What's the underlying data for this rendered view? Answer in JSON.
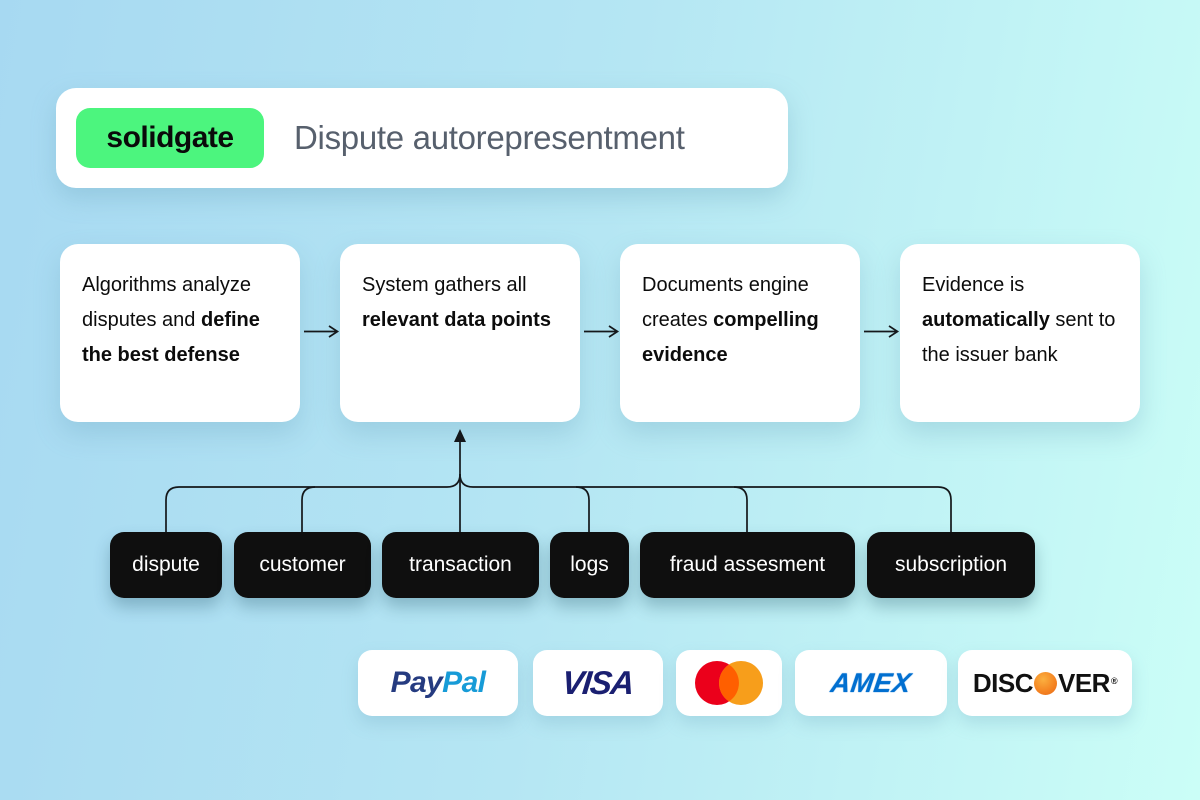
{
  "header": {
    "badge_label": "solidgate",
    "badge_color": "#4cf57e",
    "title": "Dispute autorepresentment",
    "title_color": "#57606d"
  },
  "flow": {
    "cards": [
      {
        "pre": "Algorithms analyze disputes and ",
        "bold": "define the best defense",
        "post": ""
      },
      {
        "pre": "System gathers all ",
        "bold": "relevant data points",
        "post": ""
      },
      {
        "pre": "Documents engine creates ",
        "bold": "compelling evidence",
        "post": ""
      },
      {
        "pre": "Evidence is ",
        "bold": "automatically",
        "post": " sent to the issuer bank"
      }
    ]
  },
  "data_sources": {
    "pills": [
      "dispute",
      "customer",
      "transaction",
      "logs",
      "fraud assesment",
      "subscription"
    ],
    "pill_bg": "#0f0f0f",
    "pill_text_color": "#ffffff"
  },
  "payments": {
    "paypal": {
      "part1": "Pay",
      "part2": "Pal",
      "color1": "#253b80",
      "color2": "#179bd7"
    },
    "visa": {
      "label": "VISA",
      "color": "#1a1f71"
    },
    "mastercard": {
      "left_color": "#eb001b",
      "right_color": "#f79e1b",
      "overlap_color": "#ff5f00"
    },
    "amex": {
      "label": "AMEX",
      "color": "#016fd0"
    },
    "discover": {
      "part1": "DISC",
      "part2": "VER",
      "registered_mark": "®",
      "circle_color": "#f48120",
      "text_color": "#111111"
    }
  }
}
